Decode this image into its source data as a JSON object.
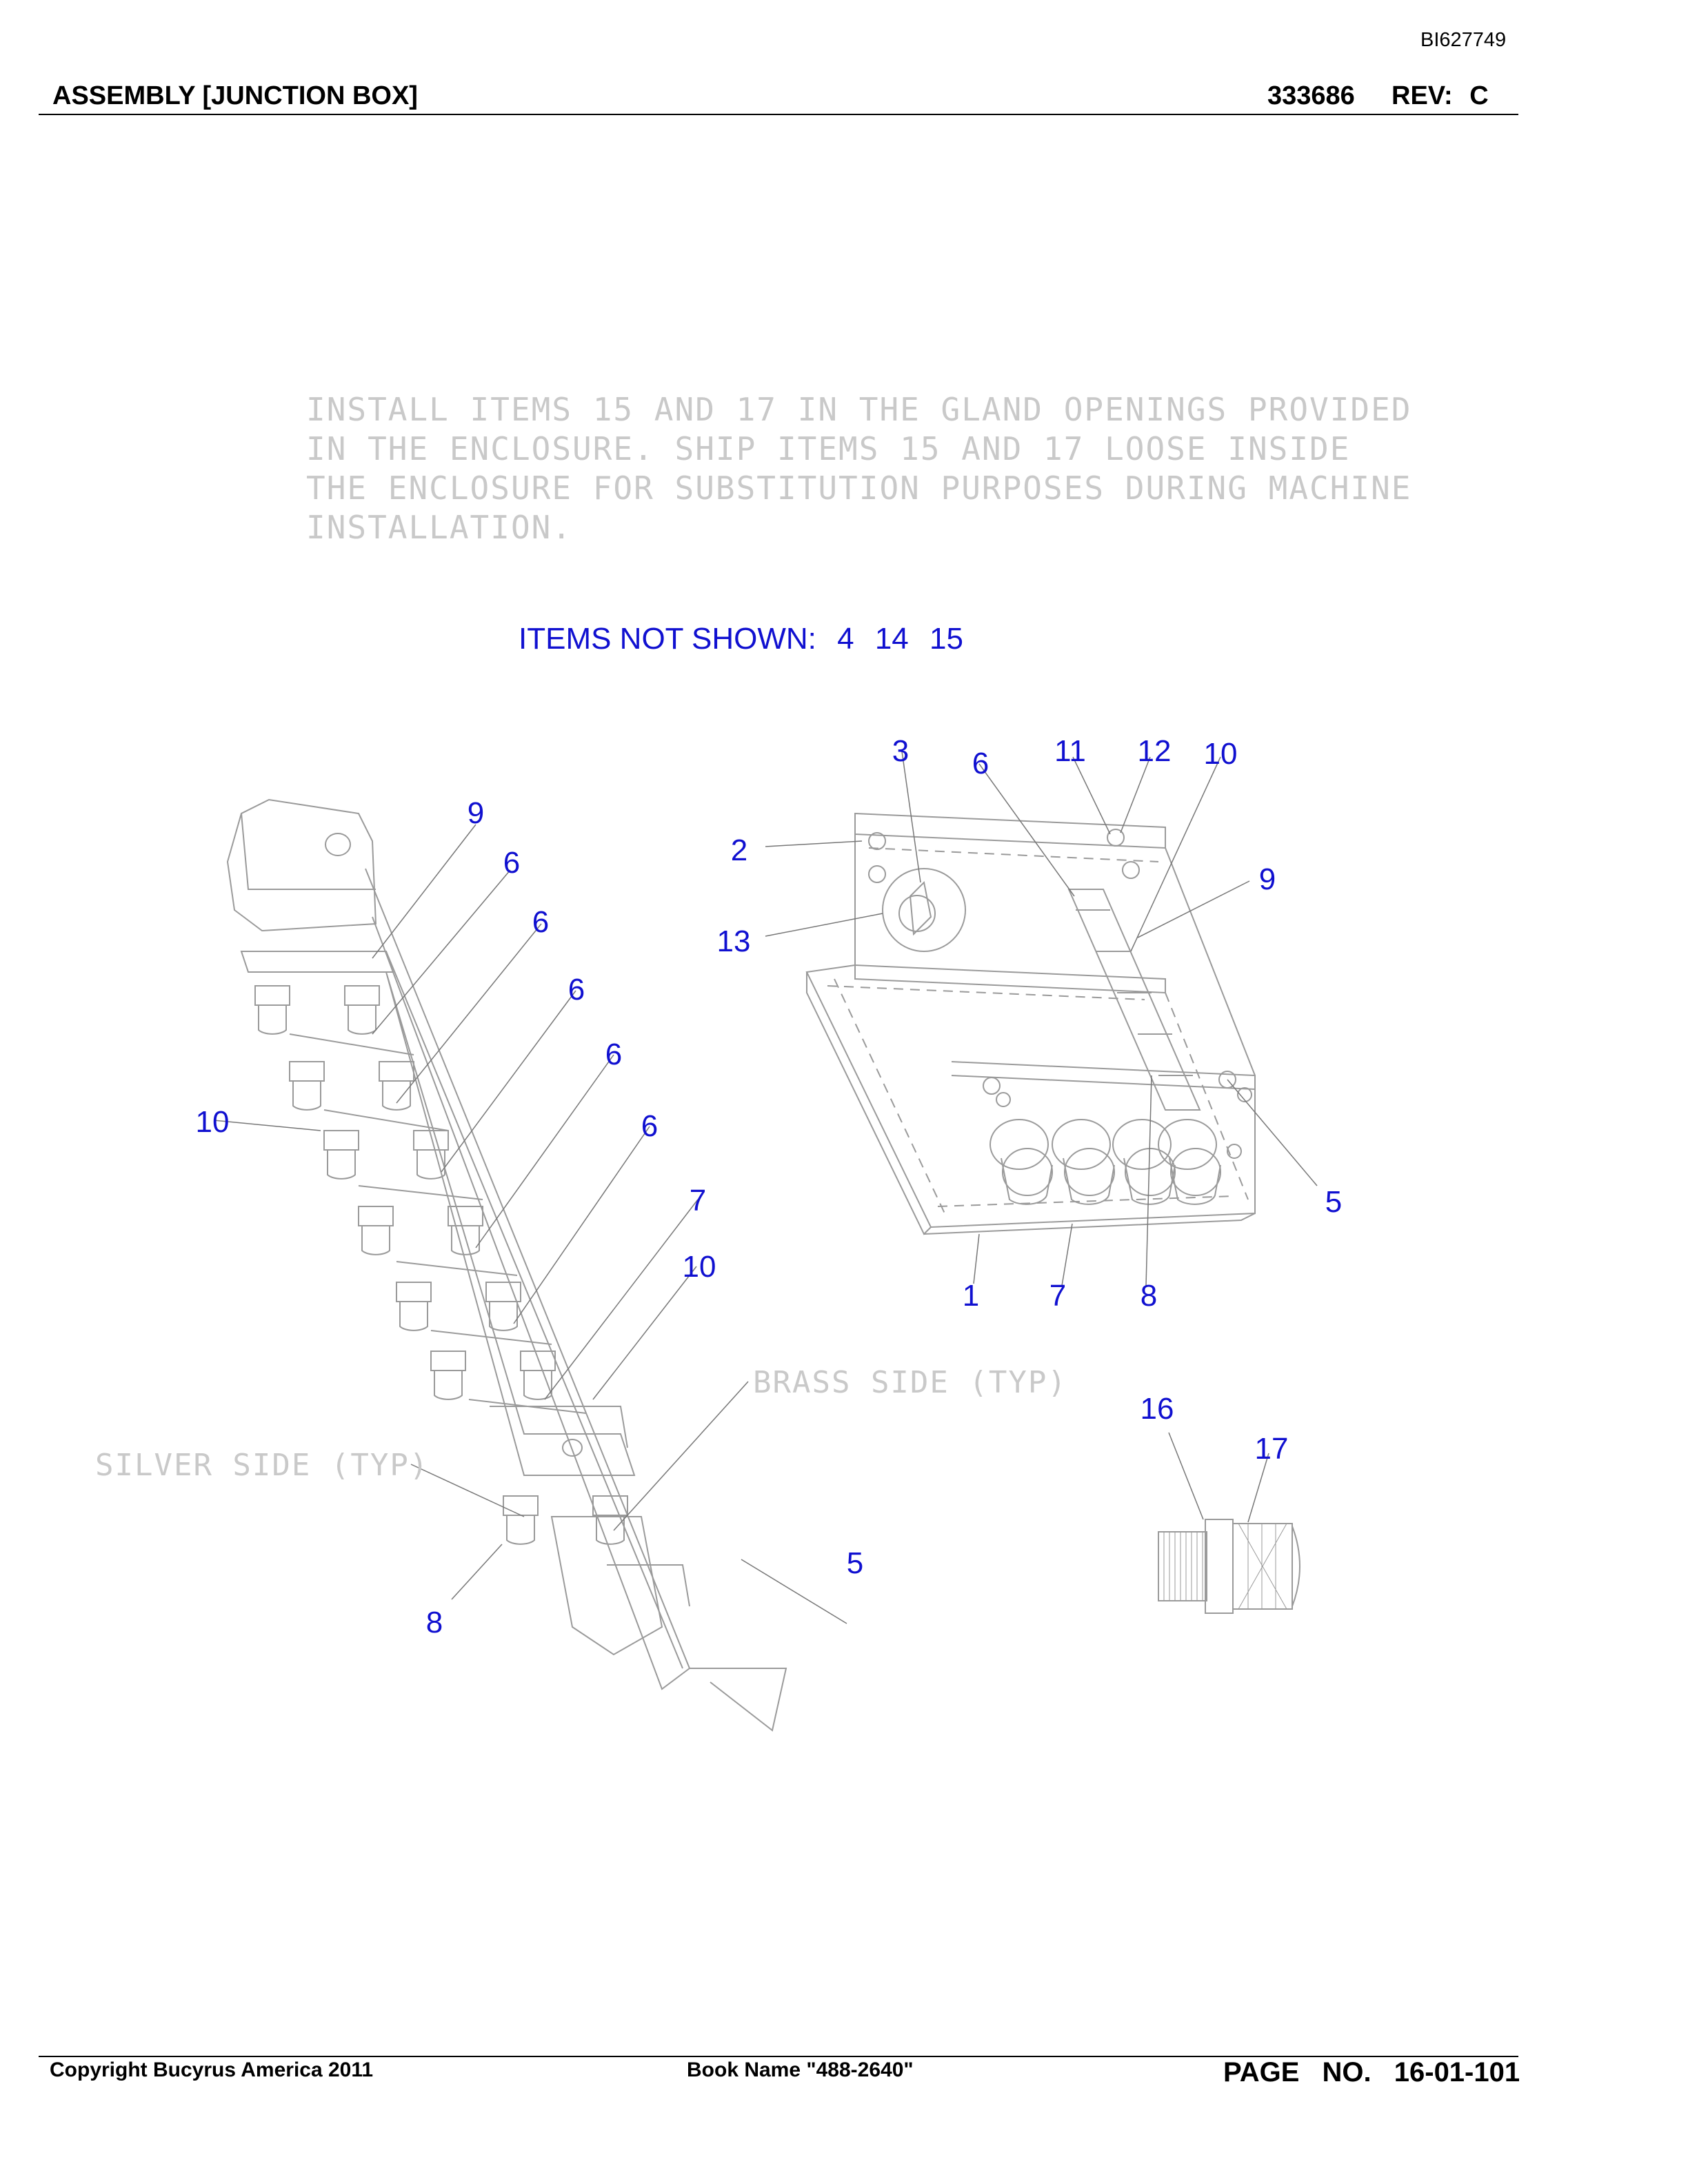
{
  "header": {
    "doc_id": "BI627749",
    "title": "ASSEMBLY [JUNCTION BOX]",
    "part_number": "333686",
    "rev_label": "REV:",
    "rev_value": "C"
  },
  "note_lines": [
    "INSTALL ITEMS 15 AND 17 IN THE GLAND OPENINGS PROVIDED",
    "IN THE ENCLOSURE. SHIP ITEMS 15 AND 17 LOOSE INSIDE",
    "THE ENCLOSURE FOR SUBSTITUTION PURPOSES DURING MACHINE",
    "INSTALLATION."
  ],
  "items_not_shown": {
    "label": "ITEMS NOT SHOWN:",
    "items": [
      "4",
      "14",
      "15"
    ]
  },
  "side_labels": {
    "brass": "BRASS SIDE (TYP)",
    "silver": "SILVER SIDE (TYP)"
  },
  "callouts": {
    "rail": [
      "9",
      "6",
      "6",
      "6",
      "6",
      "6",
      "10",
      "7",
      "10",
      "5",
      "8"
    ],
    "box": [
      "3",
      "6",
      "11",
      "12",
      "10",
      "2",
      "9",
      "13",
      "5",
      "1",
      "7",
      "8"
    ],
    "gland": [
      "16",
      "17"
    ]
  },
  "footer": {
    "copyright": "Copyright Bucyrus America 2011",
    "book_name": "Book Name \"488-2640\"",
    "page_label": "PAGE NO.",
    "page_number": "16-01-101"
  }
}
